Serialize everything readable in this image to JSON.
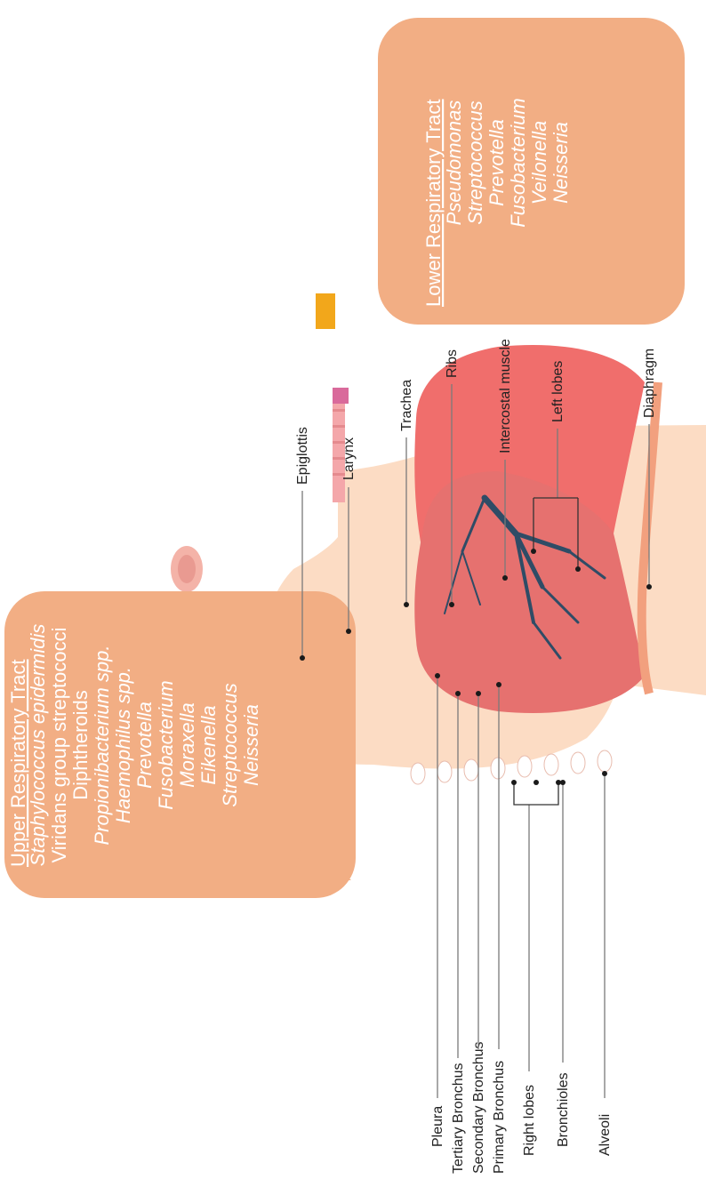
{
  "upper_tract": {
    "title": "Upper Respiratory Tract",
    "items": [
      {
        "text": "Staphylococcus epidermidis",
        "italic": true
      },
      {
        "text": "Viridans group streptococci",
        "italic": false
      },
      {
        "text": "Diphtheroids",
        "italic": false
      },
      {
        "text": "Propionibacterium spp.",
        "italic": true
      },
      {
        "text": "Haemophilus spp.",
        "italic": true
      },
      {
        "text": "Prevotella",
        "italic": true
      },
      {
        "text": "Fusobacterium",
        "italic": true
      },
      {
        "text": "Moraxella",
        "italic": true
      },
      {
        "text": "Eikenella",
        "italic": true
      },
      {
        "text": "Streptococcus",
        "italic": true
      },
      {
        "text": "Neisseria",
        "italic": true
      }
    ]
  },
  "lower_tract": {
    "title": "Lower Respiratory Tract",
    "items": [
      {
        "text": "Pseudomonas",
        "italic": true
      },
      {
        "text": "Streptococcus",
        "italic": true
      },
      {
        "text": "Prevotella",
        "italic": true
      },
      {
        "text": "Fusobacterium",
        "italic": true
      },
      {
        "text": "Veilonella",
        "italic": true
      },
      {
        "text": "Neisseria",
        "italic": true
      }
    ]
  },
  "labels": {
    "epiglottis": "Epiglottis",
    "larynx": "Larynx",
    "trachea": "Trachea",
    "ribs": "Ribs",
    "intercostal": "Intercostal muscle",
    "left_lobes": "Left lobes",
    "diaphragm": "Diaphragm",
    "pleura": "Pleura",
    "tertiary": "Tertiary Bronchus",
    "secondary": "Secondary Bronchus",
    "primary": "Primary Bronchus",
    "right_lobes": "Right lobes",
    "bronchioles": "Bronchioles",
    "alveoli": "Alveoli"
  },
  "colors": {
    "callout": "#f2ae84",
    "skin": "#fcdcc4",
    "lung_left": "#f06e6c",
    "lung_right": "#e6716f",
    "airway": "#f4a7aa",
    "mouth": "#f2a71b",
    "tongue": "#2d4059",
    "bronchus": "#2f4c66",
    "diaphragm": "#f2a07e"
  }
}
